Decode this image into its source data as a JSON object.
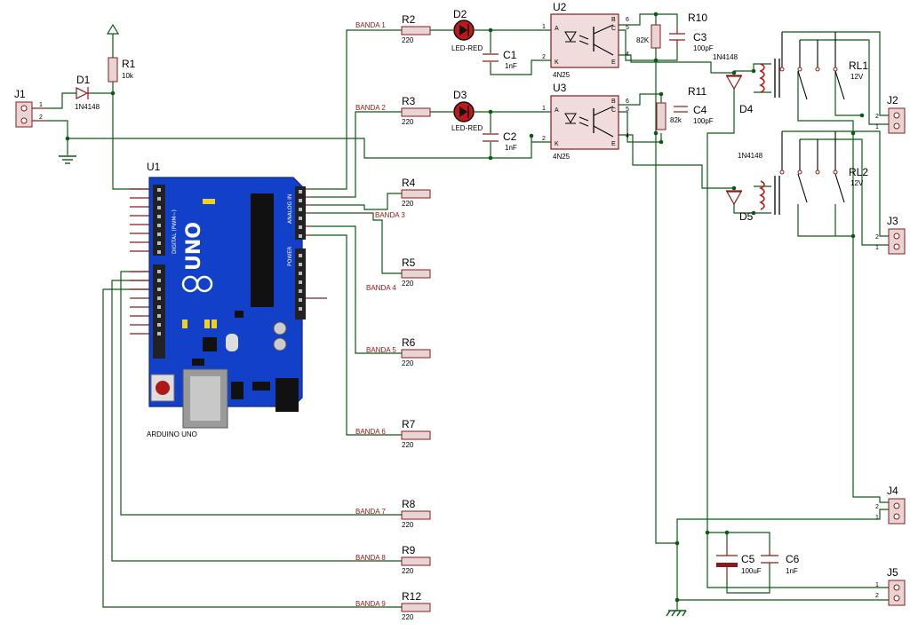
{
  "parts": {
    "j1": {
      "ref": "J1",
      "pins": [
        "1",
        "2"
      ]
    },
    "d1": {
      "ref": "D1",
      "value": "1N4148"
    },
    "r1": {
      "ref": "R1",
      "value": "10k"
    },
    "u1": {
      "ref": "U1",
      "label": "ARDUINO UNO",
      "board_text": "UNO",
      "board_headers": [
        "DIGITAL (PWM~)",
        "ANALOG IN",
        "POWER"
      ]
    },
    "r2": {
      "ref": "R2",
      "value": "220",
      "net": "BANDA 1"
    },
    "r3": {
      "ref": "R3",
      "value": "220",
      "net": "BANDA 2"
    },
    "r4": {
      "ref": "R4",
      "value": "220",
      "net": "BANDA 3"
    },
    "r5": {
      "ref": "R5",
      "value": "220",
      "net": "BANDA 4"
    },
    "r6": {
      "ref": "R6",
      "value": "220",
      "net": "BANDA 5"
    },
    "r7": {
      "ref": "R7",
      "value": "220",
      "net": "BANDA 6"
    },
    "r8": {
      "ref": "R8",
      "value": "220",
      "net": "BANDA 7"
    },
    "r9": {
      "ref": "R9",
      "value": "220",
      "net": "BANDA 8"
    },
    "r12": {
      "ref": "R12",
      "value": "220",
      "net": "BANDA 9"
    },
    "d2": {
      "ref": "D2",
      "value": "LED-RED"
    },
    "d3": {
      "ref": "D3",
      "value": "LED-RED"
    },
    "c1": {
      "ref": "C1",
      "value": "1nF"
    },
    "c2": {
      "ref": "C2",
      "value": "1nF"
    },
    "u2": {
      "ref": "U2",
      "value": "4N25",
      "pins": [
        "1",
        "2",
        "6",
        "5",
        "4"
      ],
      "letters": [
        "A",
        "K",
        "B",
        "C",
        "E"
      ]
    },
    "u3": {
      "ref": "U3",
      "value": "4N25",
      "pins": [
        "1",
        "2",
        "6",
        "5",
        "4"
      ],
      "letters": [
        "A",
        "K",
        "B",
        "C",
        "E"
      ]
    },
    "r10": {
      "ref": "R10",
      "value": "82K"
    },
    "r11": {
      "ref": "R11",
      "value": "82k"
    },
    "c3": {
      "ref": "C3",
      "value": "100pF"
    },
    "c4": {
      "ref": "C4",
      "value": "100pF"
    },
    "d4": {
      "ref": "D4",
      "value": "1N4148"
    },
    "d5": {
      "ref": "D5",
      "value": "1N4148"
    },
    "rl1": {
      "ref": "RL1",
      "value": "12V"
    },
    "rl2": {
      "ref": "RL2",
      "value": "12V"
    },
    "j2": {
      "ref": "J2",
      "pins": [
        "2",
        "1"
      ]
    },
    "j3": {
      "ref": "J3",
      "pins": [
        "2",
        "1"
      ]
    },
    "j4": {
      "ref": "J4",
      "pins": [
        "2",
        "1"
      ]
    },
    "j5": {
      "ref": "J5",
      "pins": [
        "1",
        "2"
      ]
    },
    "c5": {
      "ref": "C5",
      "value": "100uF"
    },
    "c6": {
      "ref": "C6",
      "value": "1nF"
    }
  },
  "colors": {
    "wire": "#0a5a14",
    "component": "#8a1a1a",
    "net_label": "#9c1010",
    "board": "#1340c8",
    "background": "#ffffff"
  }
}
